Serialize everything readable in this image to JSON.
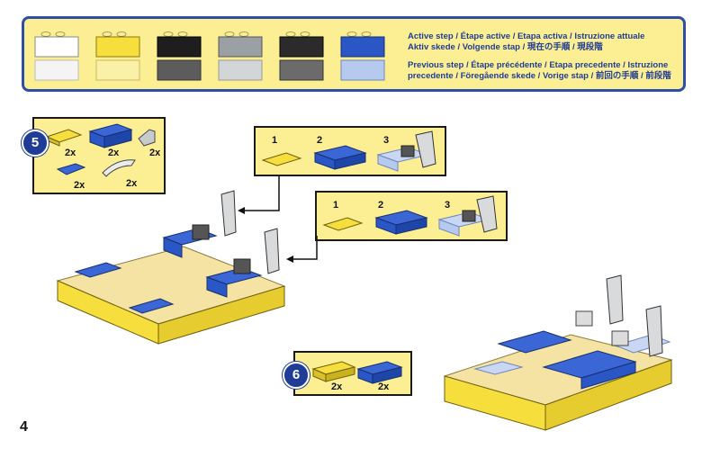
{
  "legend": {
    "active_line1": "Active step / Étape active / Etapa activa / Istruzione attuale",
    "active_line2": "Aktiv skede / Volgende stap / 現在の手順 / 現段階",
    "previous_line1": "Previous step / Étape précédente / Etapa precedente / Istruzione",
    "previous_line2": "precedente / Föregående skede / Vorige stap / 前回の手順 / 前段階"
  },
  "step5": {
    "number": "5",
    "parts": [
      {
        "qty": "2x"
      },
      {
        "qty": "2x"
      },
      {
        "qty": "2x"
      },
      {
        "qty": "2x"
      },
      {
        "qty": "2x"
      }
    ]
  },
  "subassembly_a": {
    "steps": [
      "1",
      "2",
      "3"
    ]
  },
  "subassembly_b": {
    "steps": [
      "1",
      "2",
      "3"
    ]
  },
  "step6": {
    "number": "6",
    "parts": [
      {
        "qty": "2x"
      },
      {
        "qty": "2x"
      }
    ]
  },
  "page_number": "4",
  "colors": {
    "panel_bg": "#fcef93",
    "border_blue": "#2f4ea6",
    "blue": "#2a56c6",
    "light_blue": "#b6c9ef",
    "yellow": "#f6de3c",
    "tan": "#f4e3a2",
    "gray": "#9aa0a4",
    "dark": "#2b2b2b"
  }
}
